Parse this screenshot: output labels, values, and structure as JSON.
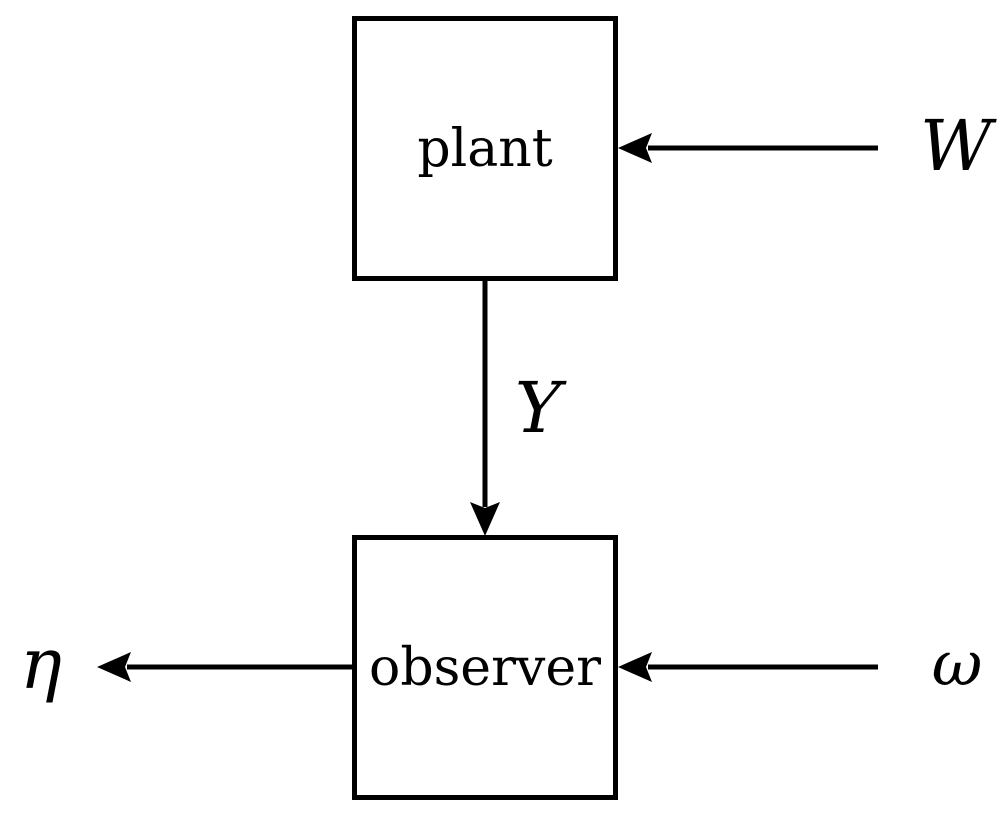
{
  "diagram": {
    "nodes": {
      "plant": {
        "label": "plant"
      },
      "observer": {
        "label": "observer"
      }
    },
    "signals": {
      "w": {
        "label": "W"
      },
      "y": {
        "label": "Y"
      },
      "eta": {
        "label": "η"
      },
      "omega": {
        "label": "ω"
      }
    },
    "edges": [
      {
        "signal": "W",
        "from": "external-right",
        "to": "plant",
        "direction": "left"
      },
      {
        "signal": "Y",
        "from": "plant",
        "to": "observer",
        "direction": "down"
      },
      {
        "signal": "ω",
        "from": "external-right",
        "to": "observer",
        "direction": "left"
      },
      {
        "signal": "η",
        "from": "observer",
        "to": "external-left",
        "direction": "left"
      }
    ],
    "colors": {
      "stroke": "#000000",
      "background": "#ffffff"
    }
  }
}
